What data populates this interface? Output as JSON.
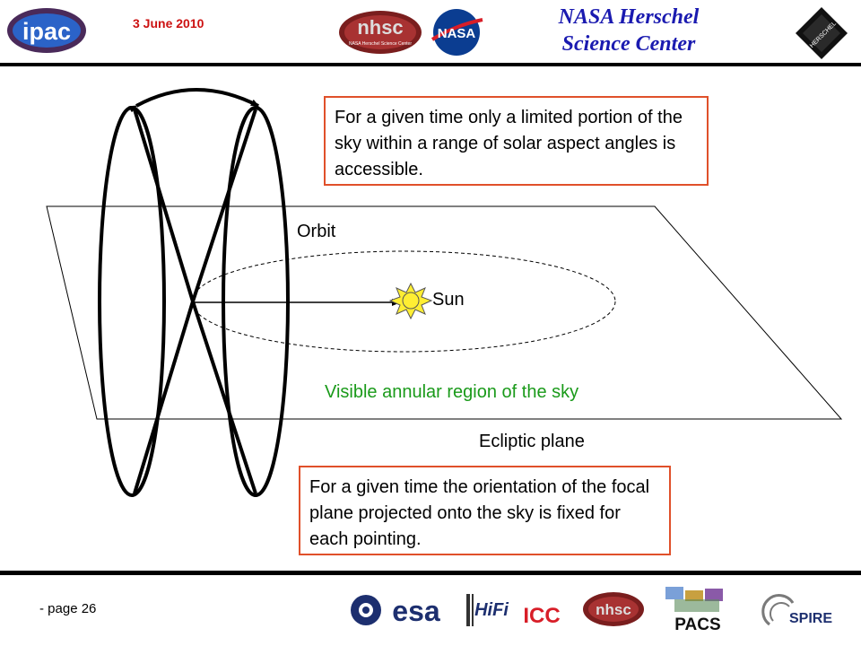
{
  "header": {
    "date": "3 June 2010",
    "title_line1": "NASA Herschel",
    "title_line2": "Science Center",
    "logos": {
      "ipac": "ipac",
      "nhsc": "nhsc",
      "nhsc_sub": "NASA Herschel Science Center",
      "nasa": "NASA",
      "herschel": "HERSCHEL"
    }
  },
  "diagram": {
    "callout_top": "For a given time only a limited portion of the sky within a range of solar aspect angles is accessible.",
    "callout_bottom": "For a given time the orientation of the focal plane projected onto the sky is fixed for each pointing.",
    "orbit_label": "Orbit",
    "sun_label": "Sun",
    "visible_region_label": "Visible annular region of the sky",
    "ecliptic_label": "Ecliptic plane"
  },
  "footer": {
    "page": "- page 26",
    "logos": {
      "esa": "esa",
      "hifi": "HiFi",
      "icc": "ICC",
      "nhsc": "nhsc",
      "pacs": "PACS",
      "spire": "SPIRE"
    }
  },
  "colors": {
    "title": "#1a1ab0",
    "date": "#cc1111",
    "callout_border": "#e0502a",
    "visible_label": "#1a9a1a",
    "sun": "#ffee33"
  }
}
